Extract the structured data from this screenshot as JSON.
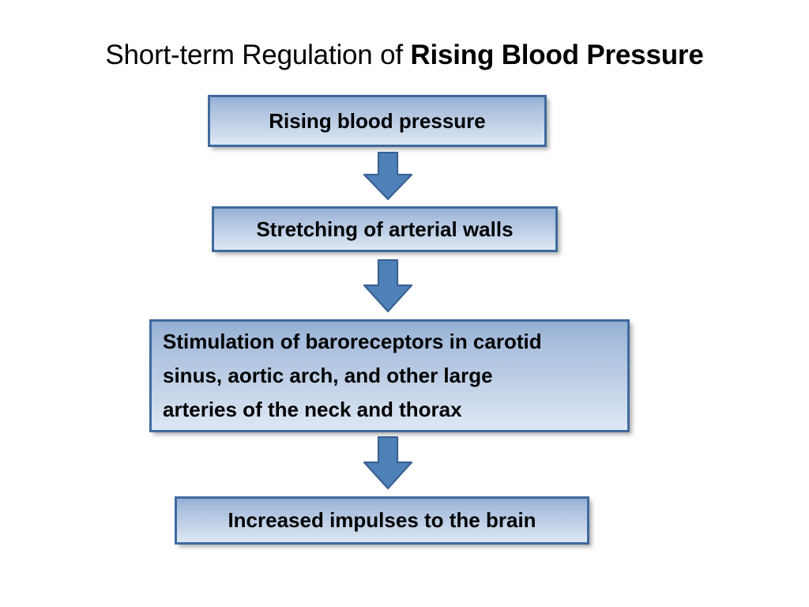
{
  "slide": {
    "title": {
      "normal_part": "Short-term Regulation of ",
      "bold_part": "Rising Blood Pressure",
      "full_text": "Short-term Regulation of Rising Blood Pressure"
    },
    "theme": {
      "background_color": "#ffffff",
      "box_border_color": "#3f6a9d",
      "box_gradient_top": "#93aed4",
      "box_gradient_bottom": "#dee7f4",
      "arrow_fill_color": "#4e81b8",
      "arrow_stroke_color": "#3a6193",
      "text_color": "#000000"
    }
  },
  "flowchart": {
    "type": "flowchart",
    "orientation": "top-to-bottom",
    "node_count": 4,
    "connector_count": 3,
    "nodes": [
      {
        "id": "box-1",
        "label": "Rising blood pressure",
        "align": "center"
      },
      {
        "id": "box-2",
        "label": "Stretching of arterial walls",
        "align": "center"
      },
      {
        "id": "box-3",
        "label": "Stimulation of baroreceptors in carotid\nsinus, aortic arch, and other large\narteries of the neck and thorax",
        "align": "left"
      },
      {
        "id": "box-4",
        "label": "Increased impulses to the brain",
        "align": "center"
      }
    ],
    "connectors": [
      {
        "id": "arrow-1",
        "from": "box-1",
        "to": "box-2",
        "direction": "down"
      },
      {
        "id": "arrow-2",
        "from": "box-2",
        "to": "box-3",
        "direction": "down"
      },
      {
        "id": "arrow-3",
        "from": "box-3",
        "to": "box-4",
        "direction": "down"
      }
    ]
  }
}
